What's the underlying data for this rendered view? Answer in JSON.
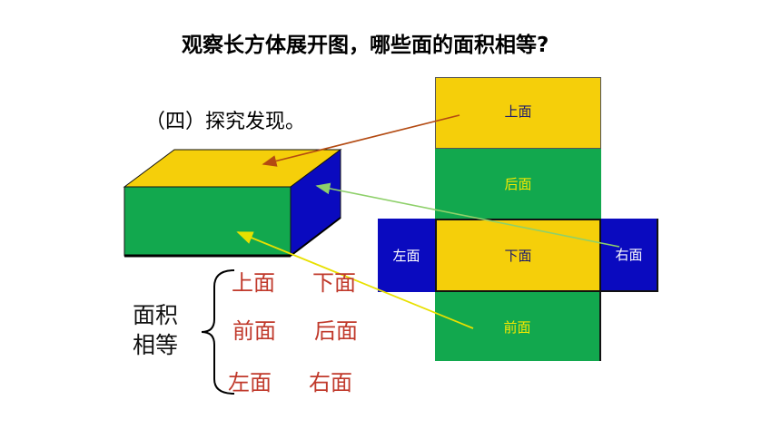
{
  "title": "观察长方体展开图，哪些面的面积相等?",
  "section": "（四）探究发现。",
  "net": {
    "top": "上面",
    "back": "后面",
    "left": "左面",
    "bottom": "下面",
    "right": "右面",
    "front": "前面"
  },
  "equal_area": {
    "label_line1": "面积",
    "label_line2": "相等",
    "pairs": [
      [
        "上面",
        "下面"
      ],
      [
        "前面",
        "后面"
      ],
      [
        "左面",
        "右面"
      ]
    ]
  },
  "colors": {
    "yellow": "#F5CF0A",
    "green": "#12A84E",
    "blue": "#0A0ABF",
    "red_text": "#C0392B"
  }
}
